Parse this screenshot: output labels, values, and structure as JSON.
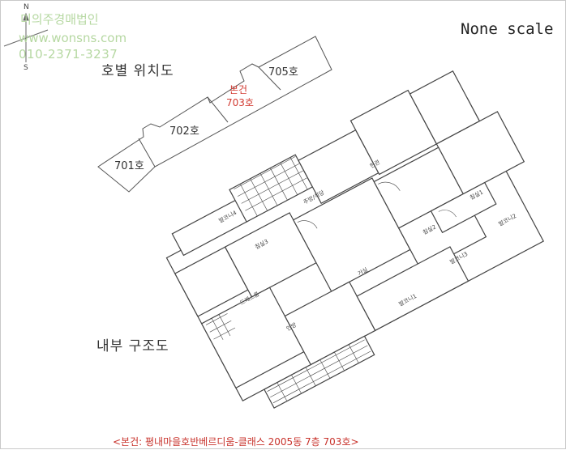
{
  "watermark": {
    "name": "미의주경매법인",
    "url": "www.wonsns.com",
    "phone": "010-2371-3237"
  },
  "scale_note": "None scale",
  "compass": {
    "north": "N",
    "south": "S"
  },
  "location_map": {
    "title": "호별 위치도",
    "units": [
      "701호",
      "702호",
      "705호"
    ],
    "subject_label": "본건",
    "subject_unit": "703호"
  },
  "floor_plan": {
    "title": "내부 구조도",
    "rooms": [
      "현관",
      "주방/식당",
      "거실",
      "침실1",
      "침실2",
      "침실3",
      "안방",
      "발코니1",
      "발코니2",
      "발코니3",
      "발코니4",
      "드레스룸"
    ]
  },
  "caption": "<본건: 평내마을호반베르디움-클래스 2005동 7층 703호>",
  "colors": {
    "subject": "#d23b32",
    "watermark": "#b6d8a2",
    "caption": "#c8322b"
  }
}
